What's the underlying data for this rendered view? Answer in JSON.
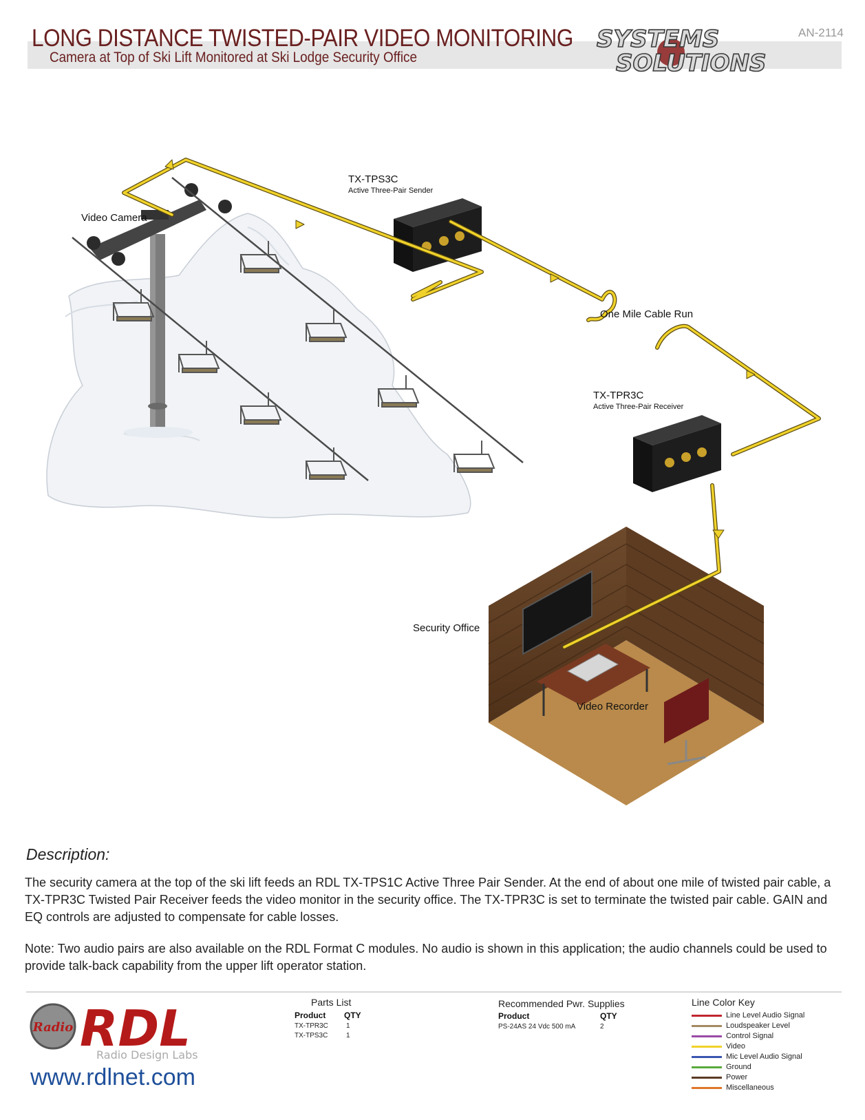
{
  "header": {
    "title": "LONG DISTANCE TWISTED-PAIR VIDEO MONITORING",
    "subtitle": "Camera at Top of Ski Lift Monitored at Ski Lodge Security Office",
    "app_note": "AN-2114",
    "brand_line1": "SYSTEMS",
    "brand_line2": "SOLUTIONS"
  },
  "diagram": {
    "camera_label": "Video Camera",
    "sender_model": "TX-TPS3C",
    "sender_desc": "Active Three-Pair Sender",
    "cable_label": "One Mile Cable Run",
    "receiver_model": "TX-TPR3C",
    "receiver_desc": "Active Three-Pair Receiver",
    "office_label": "Security Office",
    "recorder_label": "Video Recorder"
  },
  "description": {
    "heading": "Description:",
    "para1": "The security camera at the top of the ski lift feeds an RDL TX-TPS1C Active Three Pair Sender. At the end of about one mile of twisted pair cable, a TX-TPR3C Twisted Pair Receiver feeds the video monitor in the security office. The TX-TPR3C is set to terminate the twisted pair cable. GAIN and EQ controls are adjusted to compensate for cable losses.",
    "para2": "Note: Two audio pairs are also available on the RDL Format C modules. No audio is shown in this application; the audio channels could be used to provide talk-back capability from the upper lift operator station."
  },
  "footer": {
    "logo_text": "RDL",
    "logo_badge": "Radio",
    "logo_sub": "Radio Design Labs",
    "website": "www.rdlnet.com",
    "parts": {
      "title": "Parts List",
      "col_product": "Product",
      "col_qty": "QTY",
      "rows": [
        {
          "product": "TX-TPR3C",
          "qty": "1"
        },
        {
          "product": "TX-TPS3C",
          "qty": "1"
        }
      ]
    },
    "power": {
      "title": "Recommended Pwr. Supplies",
      "col_product": "Product",
      "col_qty": "QTY",
      "rows": [
        {
          "product": "PS-24AS 24 Vdc 500 mA",
          "qty": "2"
        }
      ]
    },
    "key": {
      "title": "Line Color Key",
      "items": [
        {
          "label": "Line Level Audio Signal",
          "color": "#c0262e"
        },
        {
          "label": "Loudspeaker Level",
          "color": "#a38a62"
        },
        {
          "label": "Control Signal",
          "color": "#9a4aa6"
        },
        {
          "label": "Video",
          "color": "#f0d22a"
        },
        {
          "label": "Mic Level Audio Signal",
          "color": "#3a56b0"
        },
        {
          "label": "Ground",
          "color": "#5aaa3c"
        },
        {
          "label": "Power",
          "color": "#5a3a24"
        },
        {
          "label": "Miscellaneous",
          "color": "#e0762a"
        }
      ]
    }
  },
  "colors": {
    "title": "#6a2020",
    "video_line": "#f0d22a",
    "website": "#1e4f9a"
  }
}
